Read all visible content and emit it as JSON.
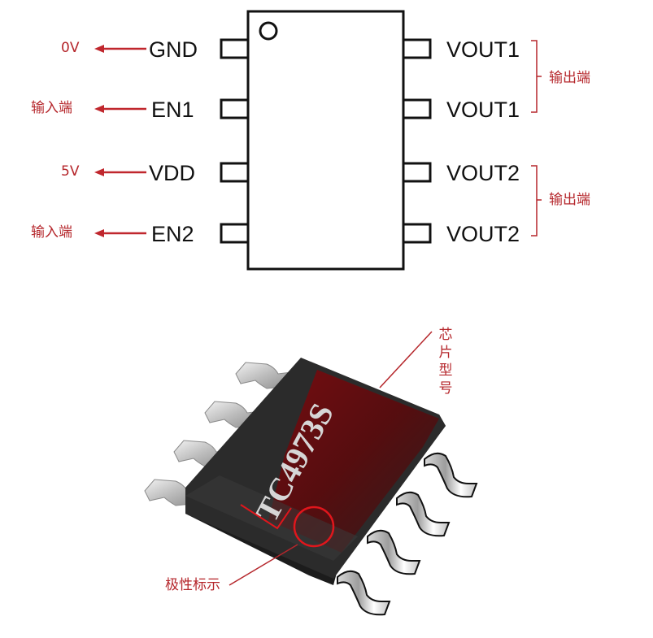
{
  "pinout": {
    "left_pins": [
      {
        "name": "GND",
        "annotation": "0V"
      },
      {
        "name": "EN1",
        "annotation": "输入端"
      },
      {
        "name": "VDD",
        "annotation": "5V"
      },
      {
        "name": "EN2",
        "annotation": "输入端"
      }
    ],
    "right_pins": [
      {
        "name": "VOUT1"
      },
      {
        "name": "VOUT1"
      },
      {
        "name": "VOUT2"
      },
      {
        "name": "VOUT2"
      }
    ],
    "right_groups": [
      {
        "label": "输出端",
        "pins": [
          "VOUT1",
          "VOUT1"
        ]
      },
      {
        "label": "输出端",
        "pins": [
          "VOUT2",
          "VOUT2"
        ]
      }
    ],
    "pin1_marker": "circle"
  },
  "package": {
    "type": "SOP-8",
    "marking": "TC4973S",
    "callout_model": "芯片型号",
    "callout_model_chars": [
      "芯",
      "片",
      "型",
      "号"
    ],
    "callout_polarity": "极性标示"
  },
  "colors": {
    "accent_red": "#b5262b",
    "line_black": "#111111",
    "chip_body": "#2a2a2a",
    "lead_silver": "#c9c9c9"
  }
}
